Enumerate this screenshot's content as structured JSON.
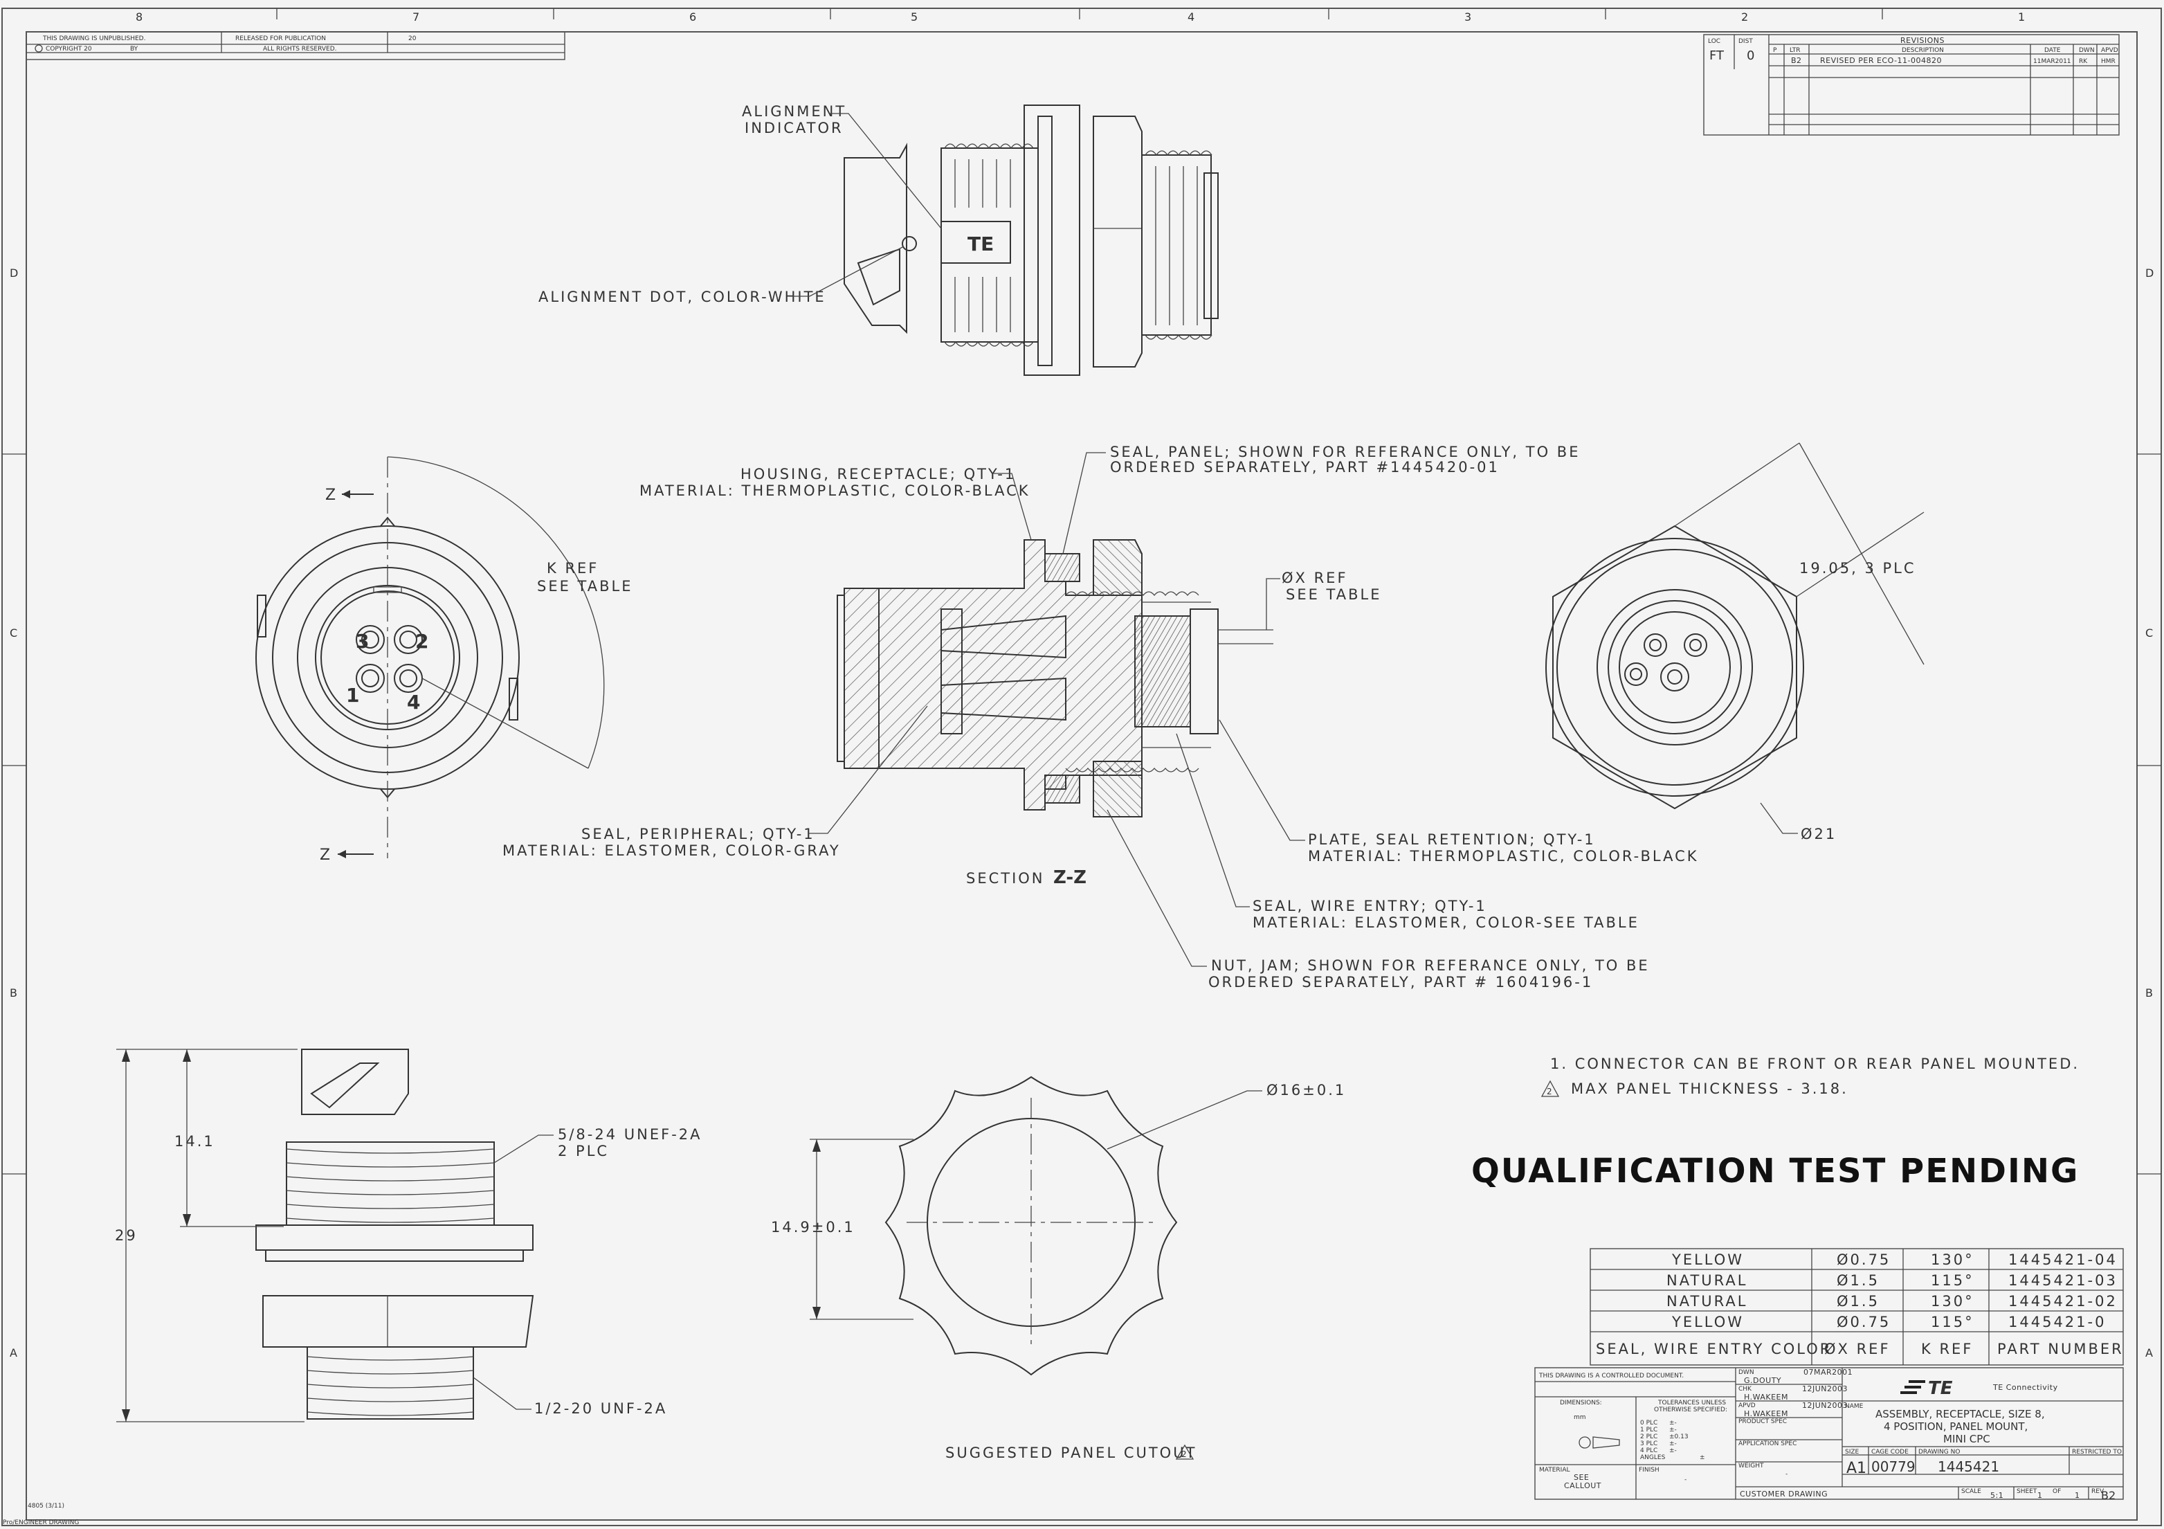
{
  "zones_top": [
    "8",
    "7",
    "6",
    "5",
    "4",
    "3",
    "2",
    "1"
  ],
  "zones_side": [
    "D",
    "C",
    "B",
    "A"
  ],
  "header": {
    "unpublished": "THIS DRAWING IS UNPUBLISHED.",
    "copyright": "COPYRIGHT 20",
    "by": "BY",
    "released": "RELEASED FOR PUBLICATION",
    "rights": "ALL RIGHTS RESERVED.",
    "year": "20"
  },
  "revisions": {
    "title": "REVISIONS",
    "loc_label": "LOC",
    "loc": "FT",
    "dist_label": "DIST",
    "dist": "0",
    "cols": [
      "P",
      "LTR",
      "DESCRIPTION",
      "DATE",
      "DWN",
      "APVD"
    ],
    "rows": [
      [
        "",
        "B2",
        "REVISED PER ECO-11-004820",
        "11MAR2011",
        "RK",
        "HMR"
      ]
    ]
  },
  "callouts": {
    "alignment_indicator": [
      "ALIGNMENT",
      "INDICATOR"
    ],
    "alignment_dot": "ALIGNMENT DOT, COLOR-WHITE",
    "housing": [
      "HOUSING, RECEPTACLE; QTY-1",
      "MATERIAL: THERMOPLASTIC, COLOR-BLACK"
    ],
    "seal_panel": [
      "SEAL, PANEL; SHOWN FOR REFERANCE ONLY, TO BE",
      "ORDERED SEPARATELY, PART #1445420-01"
    ],
    "x_ref": [
      "ØX REF",
      "SEE TABLE"
    ],
    "k_ref": [
      "K REF",
      "SEE TABLE"
    ],
    "z_label": "Z",
    "seal_peripheral": [
      "SEAL, PERIPHERAL; QTY-1",
      "MATERIAL: ELASTOMER, COLOR-GRAY"
    ],
    "section": "SECTION",
    "section_id": "Z-Z",
    "plate": [
      "PLATE, SEAL RETENTION; QTY-1",
      "MATERIAL: THERMOPLASTIC, COLOR-BLACK"
    ],
    "seal_wire": [
      "SEAL, WIRE ENTRY; QTY-1",
      "MATERIAL: ELASTOMER, COLOR-SEE TABLE"
    ],
    "nut": [
      "NUT, JAM; SHOWN FOR REFERANCE ONLY, TO BE",
      "ORDERED SEPARATELY, PART # 1604196-1"
    ],
    "dim_1905": "19.05, 3 PLC",
    "dim_21": "Ø21",
    "thread_58": [
      "5/8-24 UNEF-2A",
      "2 PLC"
    ],
    "thread_12": "1/2-20 UNF-2A",
    "dim_141": "14.1",
    "dim_29": "29",
    "dim_149": "14.9±0.1",
    "dim_16": "Ø16±0.1",
    "cutout": "SUGGESTED PANEL CUTOUT",
    "cutout_note": "2",
    "pins_front": [
      "3",
      "2",
      "1",
      "4"
    ]
  },
  "notes": {
    "n1": "1. CONNECTOR CAN BE FRONT OR REAR PANEL MOUNTED.",
    "n2_num": "2",
    "n2": "MAX PANEL THICKNESS - 3.18."
  },
  "banner": "QUALIFICATION TEST PENDING",
  "part_table": {
    "rows": [
      [
        "YELLOW",
        "Ø0.75",
        "130°",
        "1445421-04"
      ],
      [
        "NATURAL",
        "Ø1.5",
        "115°",
        "1445421-03"
      ],
      [
        "NATURAL",
        "Ø1.5",
        "130°",
        "1445421-02"
      ],
      [
        "YELLOW",
        "Ø0.75",
        "115°",
        "1445421-0"
      ]
    ],
    "header": [
      "SEAL, WIRE ENTRY COLOR",
      "ØX REF",
      "K REF",
      "PART NUMBER"
    ]
  },
  "title_block": {
    "controlled": "THIS DRAWING IS A CONTROLLED DOCUMENT.",
    "dimensions": "DIMENSIONS:",
    "tolerances": [
      "TOLERANCES UNLESS",
      "OTHERWISE SPECIFIED:"
    ],
    "units": "mm",
    "plc": [
      "0 PLC",
      "1 PLC",
      "2 PLC",
      "3 PLC",
      "4 PLC",
      "ANGLES"
    ],
    "plc_vals": [
      "±-",
      "±-",
      "±0.13",
      "±-",
      "±-",
      "±"
    ],
    "material_label": "MATERIAL",
    "material": [
      "SEE",
      "CALLOUT"
    ],
    "finish_label": "FINISH",
    "finish": "-",
    "dwn_label": "DWN",
    "dwn": "G.DOUTY",
    "dwn_date": "07MAR2001",
    "chk_label": "CHK",
    "chk": "H.WAKEEM",
    "chk_date": "12JUN2003",
    "appvd_label": "APVD",
    "appvd": "H.WAKEEM",
    "appvd_date": "12JUN2003",
    "product_spec": "PRODUCT SPEC",
    "application_spec": "APPLICATION SPEC",
    "weight": "WEIGHT",
    "weight_val": "-",
    "logo": "TE",
    "company": "TE Connectivity",
    "name_label": "NAME",
    "name": [
      "ASSEMBLY, RECEPTACLE, SIZE 8,",
      "4 POSITION, PANEL MOUNT,",
      "MINI CPC"
    ],
    "size_label": "SIZE",
    "size": "A1",
    "cage_label": "CAGE CODE",
    "cage": "00779",
    "dwg_label": "DRAWING NO",
    "dwg": "1445421",
    "restricted": "RESTRICTED TO",
    "customer": "CUSTOMER DRAWING",
    "scale_label": "SCALE",
    "scale": "5:1",
    "sheet_label": "SHEET",
    "sheet": "1",
    "of_label": "OF",
    "of": "1",
    "rev_label": "REV",
    "rev": "B2"
  },
  "footer": [
    "4805 (3/11)",
    "Pro/ENGINEER DRAWING"
  ]
}
